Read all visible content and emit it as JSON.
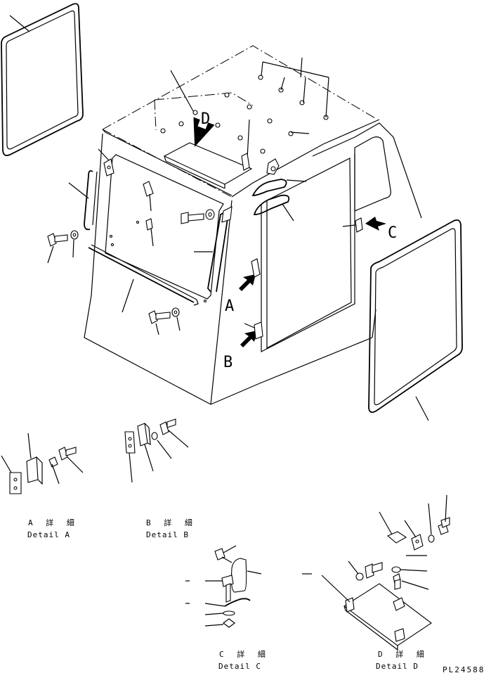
{
  "view_labels": {
    "a": "A",
    "b": "B",
    "c": "C",
    "d": "D"
  },
  "details": {
    "a": {
      "jp": "A 詳 細",
      "en": "Detail A"
    },
    "b": {
      "jp": "B 詳 細",
      "en": "Detail B"
    },
    "c": {
      "jp": "C 詳 細",
      "en": "Detail C"
    },
    "d": {
      "jp": "D 詳 細",
      "en": "Detail D"
    }
  },
  "part_number": "PL24588"
}
